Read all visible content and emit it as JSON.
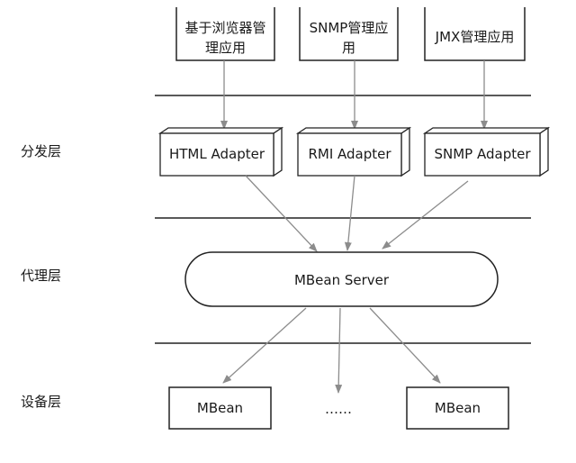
{
  "layers": [
    {
      "id": "dispatch",
      "label": "分发层"
    },
    {
      "id": "agent",
      "label": "代理层"
    },
    {
      "id": "device",
      "label": "设备层"
    }
  ],
  "clients": [
    {
      "id": "browser",
      "lines": [
        "基于浏览器管",
        "理应用"
      ]
    },
    {
      "id": "snmp",
      "lines": [
        "SNMP管理应",
        "用"
      ]
    },
    {
      "id": "jmx",
      "lines": [
        "JMX管理应用"
      ]
    }
  ],
  "adapters": [
    {
      "id": "html",
      "label": "HTML Adapter"
    },
    {
      "id": "rmi",
      "label": "RMI Adapter"
    },
    {
      "id": "snmp",
      "label": "SNMP Adapter"
    }
  ],
  "server": {
    "label": "MBean Server"
  },
  "mbeans": [
    {
      "id": "mbean-left",
      "label": "MBean"
    },
    {
      "id": "mbean-right",
      "label": "MBean"
    }
  ],
  "ellipsis": "……",
  "colors": {
    "line": "#222222",
    "arrow": "#8c8c8c",
    "text": "#1a1a1a",
    "fill": "#ffffff"
  }
}
